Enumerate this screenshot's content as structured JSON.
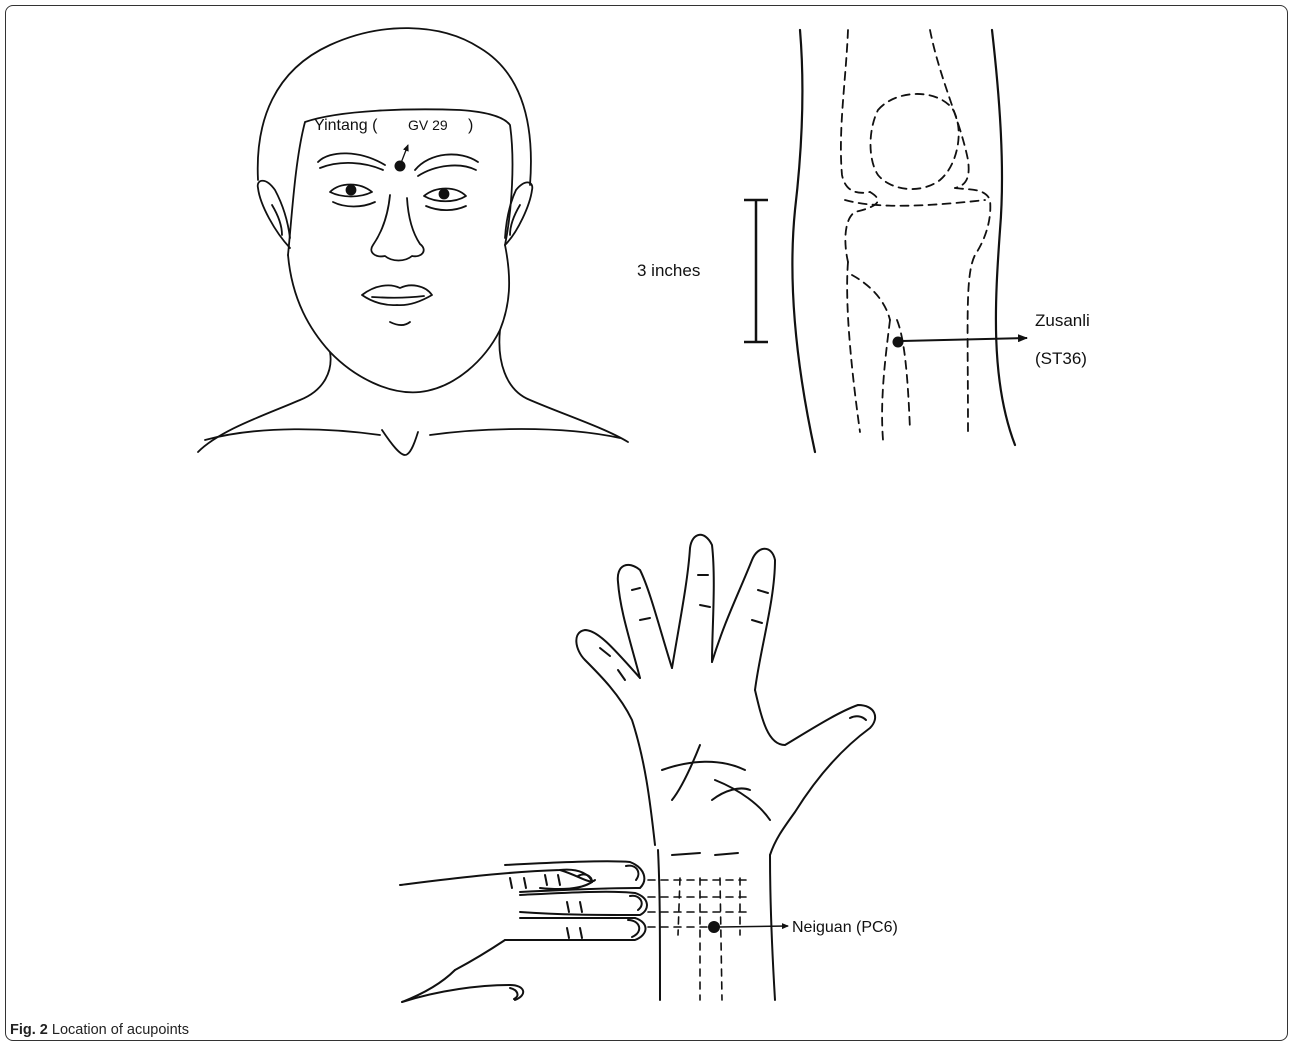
{
  "figure": {
    "labels": {
      "yintang": "Yintang (",
      "gv29": "GV 29",
      "yintang_close": ")",
      "scale": "3 inches",
      "zusanli": "Zusanli",
      "st36": "(ST36)",
      "neiguan": "Neiguan (PC6)"
    },
    "icons": {
      "face": "face-illustration-icon",
      "leg": "knee-leg-illustration-icon",
      "hand": "hand-wrist-illustration-icon"
    }
  },
  "caption": {
    "label": "Fig. 2",
    "text": "Location of acupoints"
  }
}
